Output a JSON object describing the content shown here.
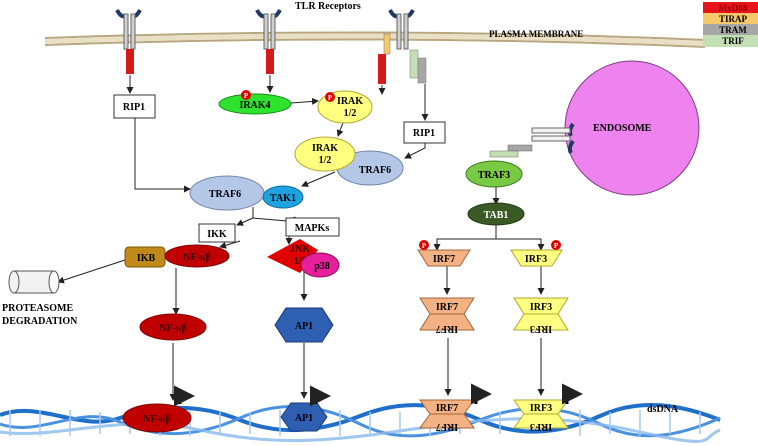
{
  "title": "TLR Receptors",
  "membrane_label": "PLASMA MEMBRANE",
  "legend": [
    {
      "label": "MyD88",
      "color": "#e8141b",
      "text_color": "#8b0000"
    },
    {
      "label": "TIRAP",
      "color": "#f5c86a",
      "text_color": "#000000"
    },
    {
      "label": "TRAM",
      "color": "#a6a6a6",
      "text_color": "#000000"
    },
    {
      "label": "TRIF",
      "color": "#c5dfb4",
      "text_color": "#000000"
    }
  ],
  "nodes": {
    "rip1_left": "RIP1",
    "irak4": "IRAK4",
    "irak12_top": [
      "IRAK",
      "1/2"
    ],
    "rip1_right": "RIP1",
    "irak12_mid": [
      "IRAK",
      "1/2"
    ],
    "traf6_mid": "TRAF6",
    "traf6_main": "TRAF6",
    "tak1": "TAK1",
    "ikk": "IKK",
    "mapks": "MAPKs",
    "ikb": "IKB",
    "nfkb_complex": "NF-κβ",
    "jnk": [
      "JNK",
      "1/2"
    ],
    "p38": "p38",
    "proteasome": [
      "PROTEASOME",
      "DEGRADATION"
    ],
    "nfkb_mid": "NF-κβ",
    "ap1_mid": "AP1",
    "nfkb_dna": "NF-κβ",
    "ap1_dna": "AP1",
    "endosome": "ENDOSOME",
    "traf3": "TRAF3",
    "tab1": "TAB1",
    "irf7": "IRF7",
    "irf3": "IRF3",
    "irf7_dimer": "IRF7",
    "irf3_dimer": "IRF3",
    "irf7_dna": "IRF7",
    "irf3_dna": "IRF3",
    "dsdna": "dsDNA",
    "phospho": "P"
  }
}
